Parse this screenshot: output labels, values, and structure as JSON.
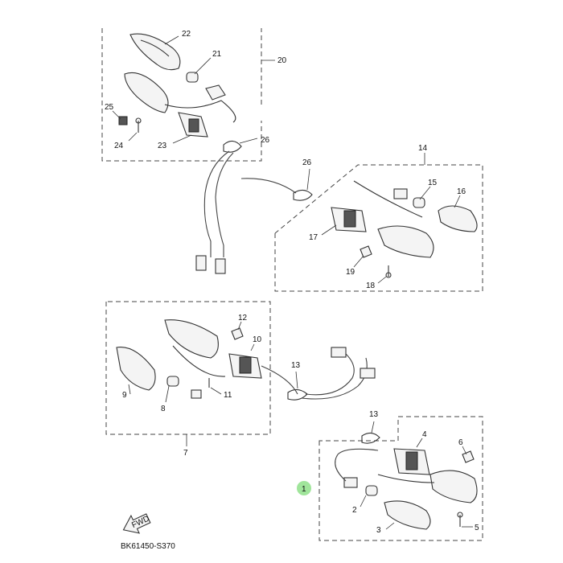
{
  "diagram_code": "BK61450-S370",
  "fwd_label": "FWD",
  "callouts": {
    "p1": "1",
    "p2": "2",
    "p3": "3",
    "p4": "4",
    "p5": "5",
    "p6": "6",
    "p7": "7",
    "p8": "8",
    "p9": "9",
    "p10": "10",
    "p11": "11",
    "p12": "12",
    "p13a": "13",
    "p13b": "13",
    "p14": "14",
    "p15": "15",
    "p16": "16",
    "p17": "17",
    "p18": "18",
    "p19": "19",
    "p20": "20",
    "p21": "21",
    "p22": "22",
    "p23": "23",
    "p24": "24",
    "p25": "25",
    "p26a": "26",
    "p26b": "26"
  },
  "colors": {
    "highlight": "#8fe08a",
    "line": "#333333"
  }
}
